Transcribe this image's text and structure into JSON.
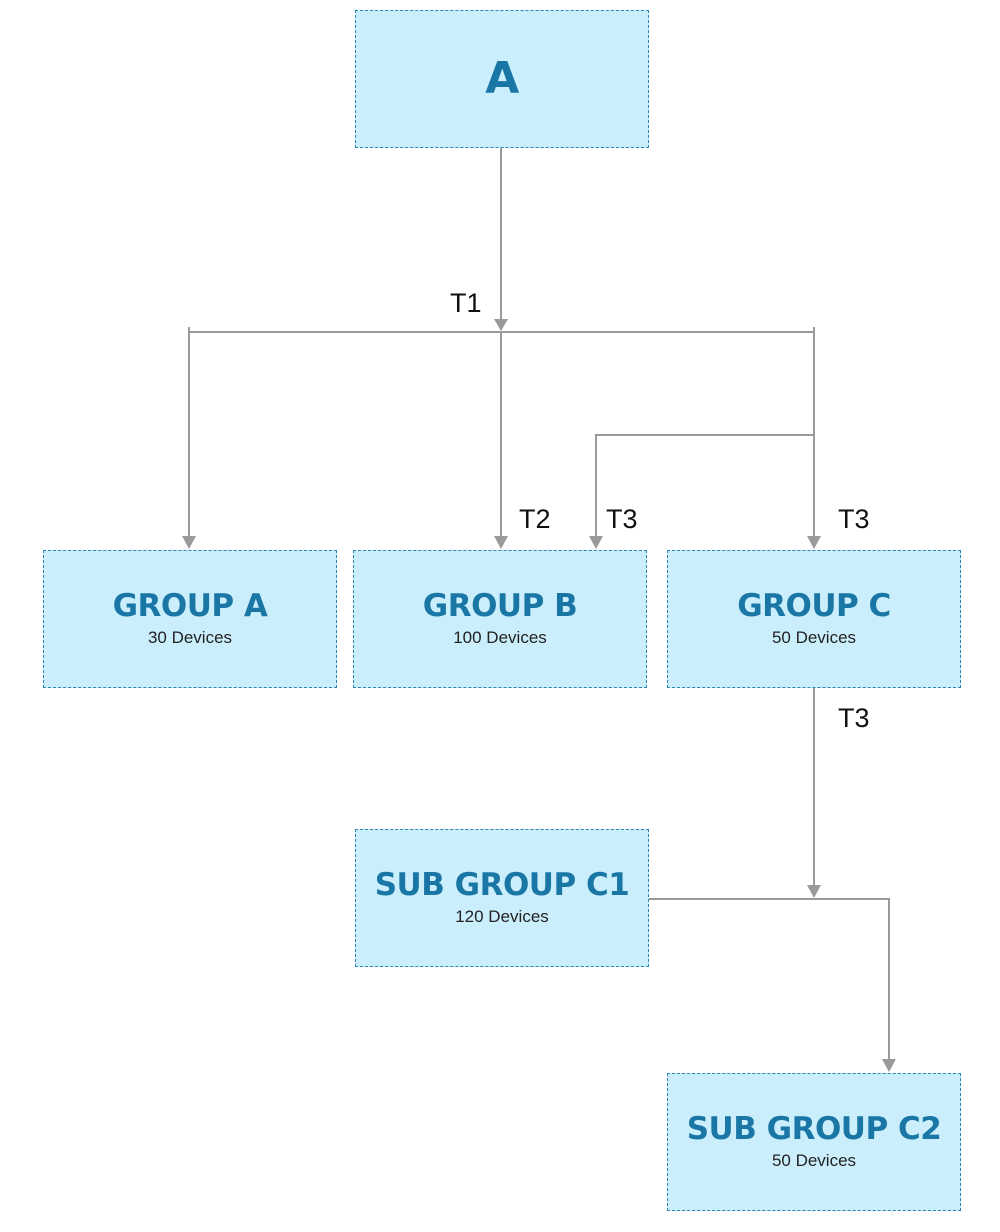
{
  "root": {
    "title": "A"
  },
  "groups": [
    {
      "title": "GROUP A",
      "count": "30 Devices"
    },
    {
      "title": "GROUP B",
      "count": "100 Devices"
    },
    {
      "title": "GROUP C",
      "count": "50 Devices"
    }
  ],
  "subgroups": [
    {
      "title": "SUB GROUP C1",
      "count": "120 Devices"
    },
    {
      "title": "SUB GROUP C2",
      "count": "50 Devices"
    }
  ],
  "edge_labels": {
    "t1": "T1",
    "t2": "T2",
    "t3_group_b": "T3",
    "t3_group_c": "T3",
    "t3_subgroup": "T3"
  },
  "colors": {
    "box_fill": "#cbeefd",
    "box_border": "#2b86b2",
    "title_text": "#1a77a5",
    "connector": "#9a9a9a"
  }
}
